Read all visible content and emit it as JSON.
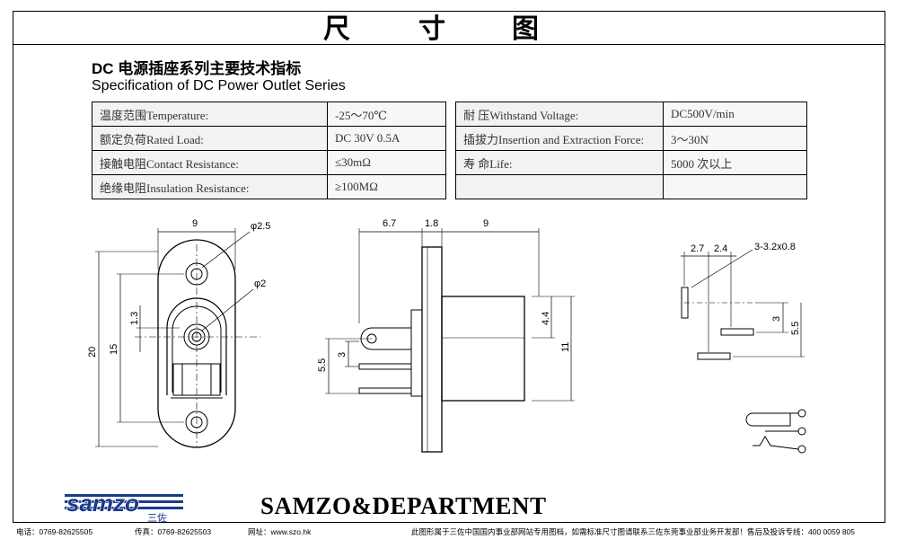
{
  "title": {
    "chars": [
      "尺",
      "寸",
      "图"
    ]
  },
  "spec": {
    "heading_cn_prefix": "DC",
    "heading_cn": "电源插座系列主要技术指标",
    "heading_en": "Specification of DC Power Outlet Series",
    "left_rows": [
      {
        "label": "温度范围Temperature:",
        "value": "-25～70℃"
      },
      {
        "label": "额定负荷Rated Load:",
        "value": "DC 30V 0.5A"
      },
      {
        "label": "接触电阻Contact Resistance:",
        "value": "≤30mΩ"
      },
      {
        "label": "绝缘电阻Insulation Resistance:",
        "value": "≥100MΩ"
      }
    ],
    "right_rows": [
      {
        "label": "耐  压Withstand Voltage:",
        "value": "DC500V/min"
      },
      {
        "label": "插拔力Insertion and Extraction Force:",
        "value": "3～30N"
      },
      {
        "label": "寿  命Life:",
        "value": "5000 次以上"
      },
      {
        "label": "",
        "value": ""
      }
    ]
  },
  "drawing": {
    "front_dims": {
      "width": "9",
      "hole_dia": "φ2.5",
      "pin_dia": "φ2",
      "offset": "1.3",
      "height_total": "20",
      "height_inner": "15"
    },
    "side_dims": {
      "d1": "6.7",
      "d2": "1.8",
      "d3": "9",
      "h1": "4.4",
      "h2": "11",
      "p1": "3",
      "p2": "5.5"
    },
    "pin_dims": {
      "w1": "2.7",
      "w2": "2.4",
      "slot": "3-3.2x0.8",
      "v1": "3",
      "v2": "5.5"
    }
  },
  "brand": {
    "logo_text": "samzo",
    "logo_sub": "三佐",
    "department": "SAMZO&DEPARTMENT",
    "colors": {
      "logo": "#1a3a8c",
      "accent": "#1a3a8c"
    }
  },
  "footer": {
    "phone": "电话：0769-82625505",
    "fax": "传真：0769-82625503",
    "web": "网址：www.szo.hk",
    "note": "此图形属于三佐中国国内事业部网站专用图档，如需标准尺寸图请联系三佐东莞事业部业务开发部！售后及投诉专线：400 0059 805"
  }
}
